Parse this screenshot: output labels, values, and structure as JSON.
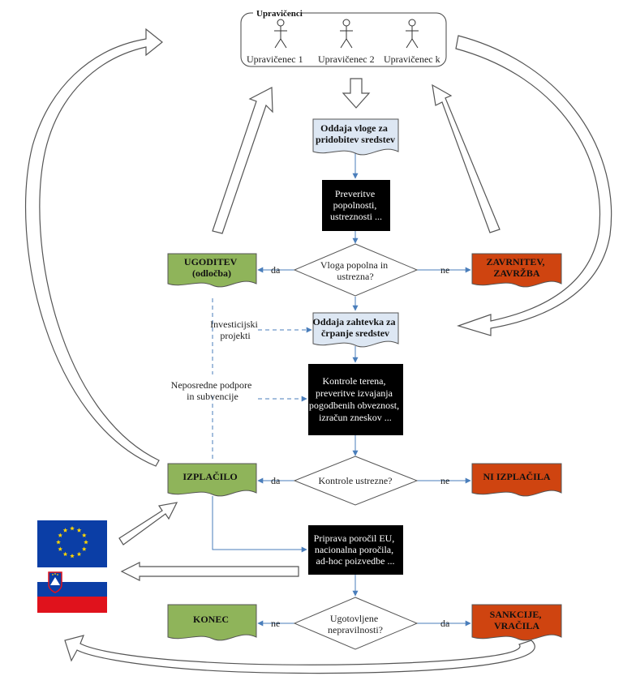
{
  "colors": {
    "green_doc": "#8fb45a",
    "red_doc": "#cf4410",
    "blue_doc": "#dde7f3",
    "process_box": "#000000",
    "connector": "#4a7ebb",
    "outline": "#555555",
    "eu_blue": "#0b3ea6",
    "eu_star": "#ffd600",
    "si_white": "#ffffff",
    "si_blue": "#0b3ea6",
    "si_red": "#e0121c"
  },
  "beneficiaries": {
    "title": "Upravičenci",
    "items": [
      "Upravičenec 1",
      "Upravičenec 2",
      "Upravičenec k"
    ]
  },
  "steps": {
    "submit_application": [
      "Oddaja vloge za",
      "pridobitev sredstev"
    ],
    "checks": [
      "Preveritve",
      "popolnosti,",
      "ustreznosti ..."
    ],
    "decision_complete": [
      "Vloga popolna in",
      "ustrezna?"
    ],
    "approval": [
      "UGODITEV",
      "(odločba)"
    ],
    "rejection": [
      "ZAVRNITEV,",
      "ZAVRŽBA"
    ],
    "submit_claim": [
      "Oddaja zahtevka za",
      "črpanje sredstev"
    ],
    "investment_projects": [
      "Investicijski",
      "projekti"
    ],
    "direct_support": [
      "Neposredne podpore",
      "in subvencije"
    ],
    "field_controls": [
      "Kontrole terena,",
      "preveritve izvajanja",
      "pogodbenih obveznost,",
      "izračun zneskov ..."
    ],
    "decision_controls": [
      "Kontrole ustrezne?"
    ],
    "payment": [
      "IZPLAČILO"
    ],
    "no_payment": [
      "NI IZPLAČILA"
    ],
    "reports": [
      "Priprava poročil EU,",
      "nacionalna poročila,",
      "ad-hoc poizvedbe ..."
    ],
    "decision_irregularities": [
      "Ugotovljene",
      "nepravilnosti?"
    ],
    "end": [
      "KONEC"
    ],
    "sanctions": [
      "SANKCIJE,",
      "VRAČILA"
    ]
  },
  "edge_labels": {
    "yes": "da",
    "no": "ne"
  },
  "icons": [
    "stick-figure-icon",
    "eu-flag-icon",
    "slovenia-flag-icon"
  ]
}
